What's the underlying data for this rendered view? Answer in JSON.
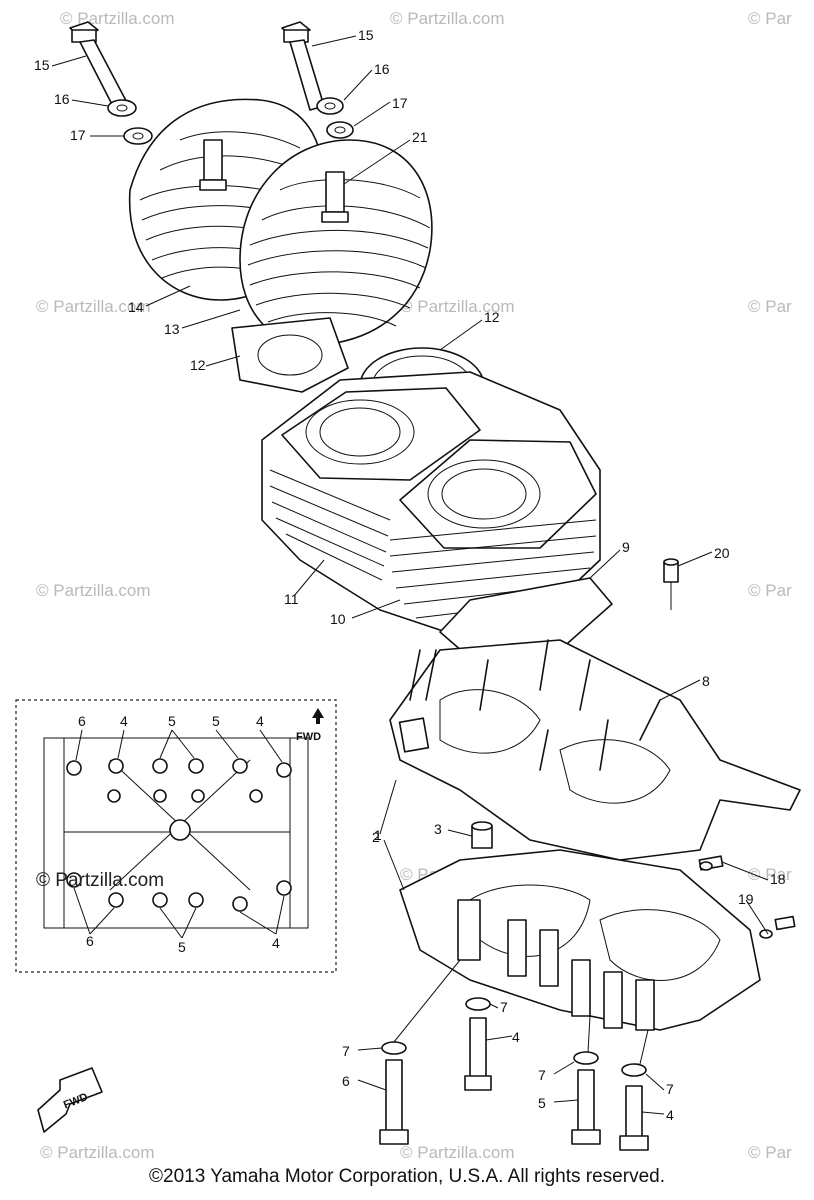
{
  "watermark_text": "© Partzilla.com",
  "watermark_short": "© Par",
  "copyright": "©2013 Yamaha Motor Corporation, U.S.A. All rights reserved.",
  "inset": {
    "fwd_label": "FWD",
    "callouts_top": [
      "6",
      "4",
      "5",
      "5",
      "4"
    ],
    "callouts_bottom": [
      "6",
      "5",
      "4"
    ],
    "watermark": "© Partzilla.com"
  },
  "fwd_arrow_label": "FWD",
  "callouts": {
    "c1": "1",
    "c2": "2",
    "c3": "3",
    "c4a": "4",
    "c4b": "4",
    "c5": "5",
    "c6": "6",
    "c7a": "7",
    "c7b": "7",
    "c7c": "7",
    "c7d": "7",
    "c8": "8",
    "c9": "9",
    "c10": "10",
    "c11": "11",
    "c12a": "12",
    "c12b": "12",
    "c13": "13",
    "c14": "14",
    "c15a": "15",
    "c15b": "15",
    "c16a": "16",
    "c16b": "16",
    "c17a": "17",
    "c17b": "17",
    "c18": "18",
    "c19": "19",
    "c20": "20",
    "c21": "21"
  }
}
